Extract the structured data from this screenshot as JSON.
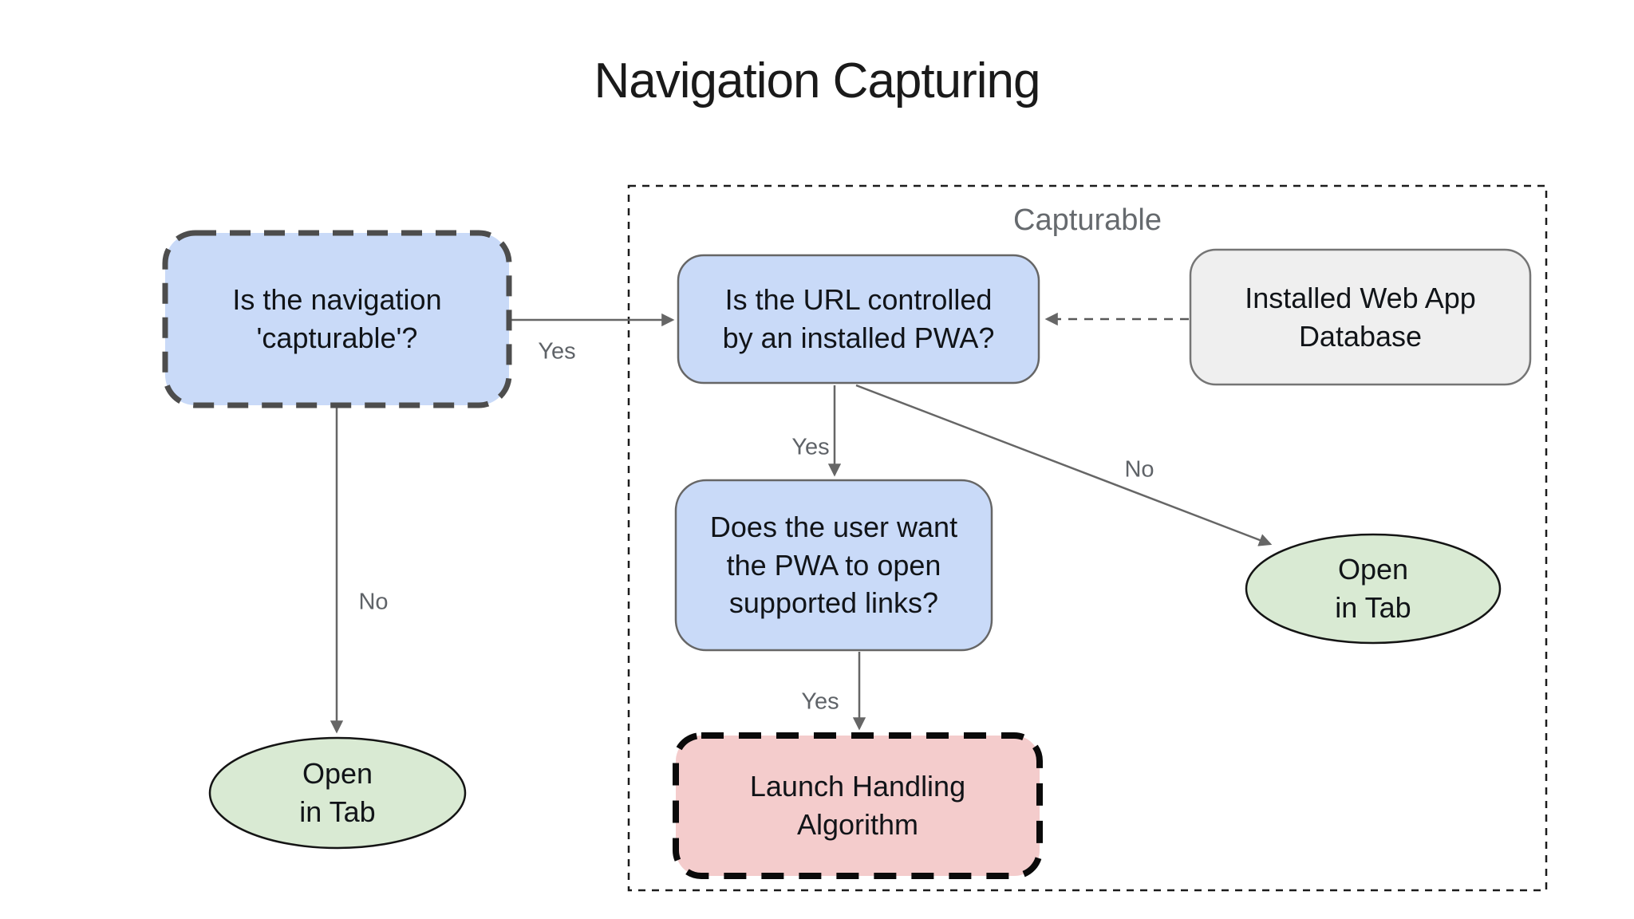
{
  "title": "Navigation Capturing",
  "group": {
    "label": "Capturable"
  },
  "nodes": {
    "capturable_question": {
      "text": "Is the navigation\n'capturable'?",
      "shape": "rounded-rect-dashed",
      "fill": "#c9daf8"
    },
    "url_controlled": {
      "text": "Is the URL controlled\nby an installed PWA?",
      "shape": "rounded-rect",
      "fill": "#c9daf8"
    },
    "installed_db": {
      "text": "Installed Web App\nDatabase",
      "shape": "rounded-rect",
      "fill": "#efefef"
    },
    "user_want": {
      "text": "Does the user want\nthe PWA to open\nsupported links?",
      "shape": "rounded-rect",
      "fill": "#c9daf8"
    },
    "launch_handling": {
      "text": "Launch Handling\nAlgorithm",
      "shape": "rounded-rect-dashed",
      "fill": "#f4cccc"
    },
    "open_in_tab_left": {
      "text": "Open\nin Tab",
      "shape": "ellipse",
      "fill": "#d9ead3"
    },
    "open_in_tab_right": {
      "text": "Open\nin Tab",
      "shape": "ellipse",
      "fill": "#d9ead3"
    }
  },
  "edge_labels": {
    "capturable_yes": "Yes",
    "capturable_no": "No",
    "url_yes": "Yes",
    "url_no": "No",
    "user_want_yes": "Yes"
  },
  "palette": {
    "node_blue": "#c9daf8",
    "node_green": "#d9ead3",
    "node_red": "#f4cccc",
    "node_gray": "#efefef",
    "arrow_gray": "#666666",
    "edge_label_gray": "#5f6368",
    "dashed_border_dark": "#4d4d4d",
    "dashed_border_black": "#0a0a0a"
  }
}
